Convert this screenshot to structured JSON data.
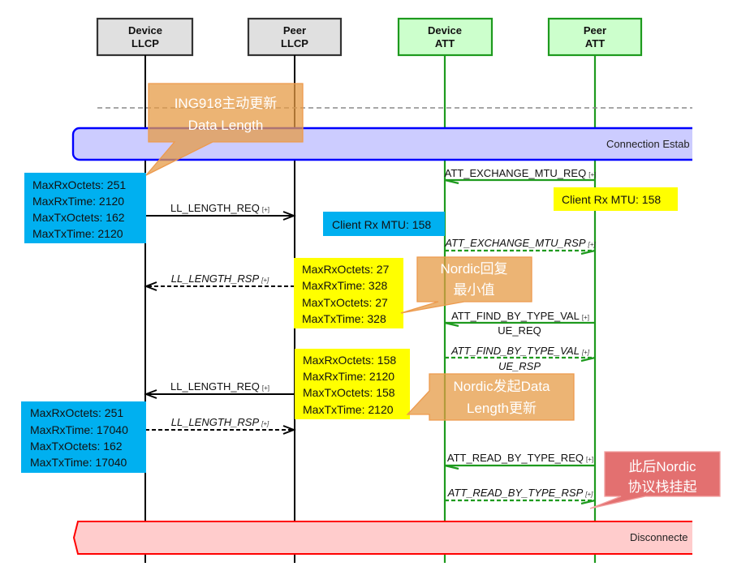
{
  "colors": {
    "llcp-line": "#000000",
    "att-line": "#1e9a1e",
    "note-blue": "#00b0f0",
    "note-yellow": "#ffff00",
    "conn-fill": "#ccccff",
    "conn-border": "#0000ff",
    "disc-fill": "#ffcccc",
    "disc-border": "#ff0000",
    "callout-orange": "#e59b45",
    "callout-red": "#d94040"
  },
  "lifelines": [
    {
      "title": "Device",
      "subtitle": "LLCP"
    },
    {
      "title": "Peer",
      "subtitle": "LLCP"
    },
    {
      "title": "Device",
      "subtitle": "ATT"
    },
    {
      "title": "Peer",
      "subtitle": "ATT"
    }
  ],
  "phases": {
    "connection": "Connection Estab",
    "disconnected": "Disconnecte"
  },
  "messages": [
    {
      "label": "ATT_EXCHANGE_MTU_REQ",
      "expand": "[+]",
      "from": "Peer ATT",
      "to": "Device ATT",
      "style": "solid"
    },
    {
      "label": "LL_LENGTH_REQ",
      "expand": "[+]",
      "from": "Device LLCP",
      "to": "Peer LLCP",
      "style": "solid"
    },
    {
      "label": "ATT_EXCHANGE_MTU_RSP",
      "expand": "[+]",
      "from": "Device ATT",
      "to": "Peer ATT",
      "style": "dashed"
    },
    {
      "label": "LL_LENGTH_RSP",
      "expand": "[+]",
      "from": "Peer LLCP",
      "to": "Device LLCP",
      "style": "dashed"
    },
    {
      "label": "ATT_FIND_BY_TYPE_VAL",
      "label_cont": "UE_REQ",
      "expand": "[+]",
      "from": "Peer ATT",
      "to": "Device ATT",
      "style": "solid"
    },
    {
      "label": "ATT_FIND_BY_TYPE_VAL",
      "label_cont": "UE_RSP",
      "expand": "[+]",
      "from": "Device ATT",
      "to": "Peer ATT",
      "style": "dashed"
    },
    {
      "label": "LL_LENGTH_REQ",
      "expand": "[+]",
      "from": "Peer LLCP",
      "to": "Device LLCP",
      "style": "solid"
    },
    {
      "label": "LL_LENGTH_RSP",
      "expand": "[+]",
      "from": "Device LLCP",
      "to": "Peer LLCP",
      "style": "dashed"
    },
    {
      "label": "ATT_READ_BY_TYPE_REQ",
      "expand": "[+]",
      "from": "Peer ATT",
      "to": "Device ATT",
      "style": "solid"
    },
    {
      "label": "ATT_READ_BY_TYPE_RSP",
      "expand": "[+]",
      "from": "Device ATT",
      "to": "Peer ATT",
      "style": "dashed"
    }
  ],
  "notes": [
    {
      "color": "blue",
      "lines": [
        "MaxRxOctets: 251",
        "MaxRxTime: 2120",
        "MaxTxOctets: 162",
        "MaxTxTime: 2120"
      ]
    },
    {
      "color": "yellow",
      "lines": [
        "Client Rx MTU: 158"
      ]
    },
    {
      "color": "blue",
      "lines": [
        "Client Rx MTU: 158"
      ]
    },
    {
      "color": "yellow",
      "lines": [
        "MaxRxOctets: 27",
        "MaxRxTime: 328",
        "MaxTxOctets: 27",
        "MaxTxTime: 328"
      ]
    },
    {
      "color": "yellow",
      "lines": [
        "MaxRxOctets: 158",
        "MaxRxTime: 2120",
        "MaxTxOctets: 158",
        "MaxTxTime: 2120"
      ]
    },
    {
      "color": "blue",
      "lines": [
        "MaxRxOctets: 251",
        "MaxRxTime: 17040",
        "MaxTxOctets: 162",
        "MaxTxTime: 17040"
      ]
    }
  ],
  "callouts": [
    {
      "color": "orange",
      "lines": [
        "ING918主动更新",
        "Data Length"
      ]
    },
    {
      "color": "orange",
      "lines": [
        "Nordic回复",
        "最小值"
      ]
    },
    {
      "color": "orange",
      "lines": [
        "Nordic发起Data",
        "Length更新"
      ]
    },
    {
      "color": "red",
      "lines": [
        "此后Nordic",
        "协议栈挂起"
      ]
    }
  ]
}
